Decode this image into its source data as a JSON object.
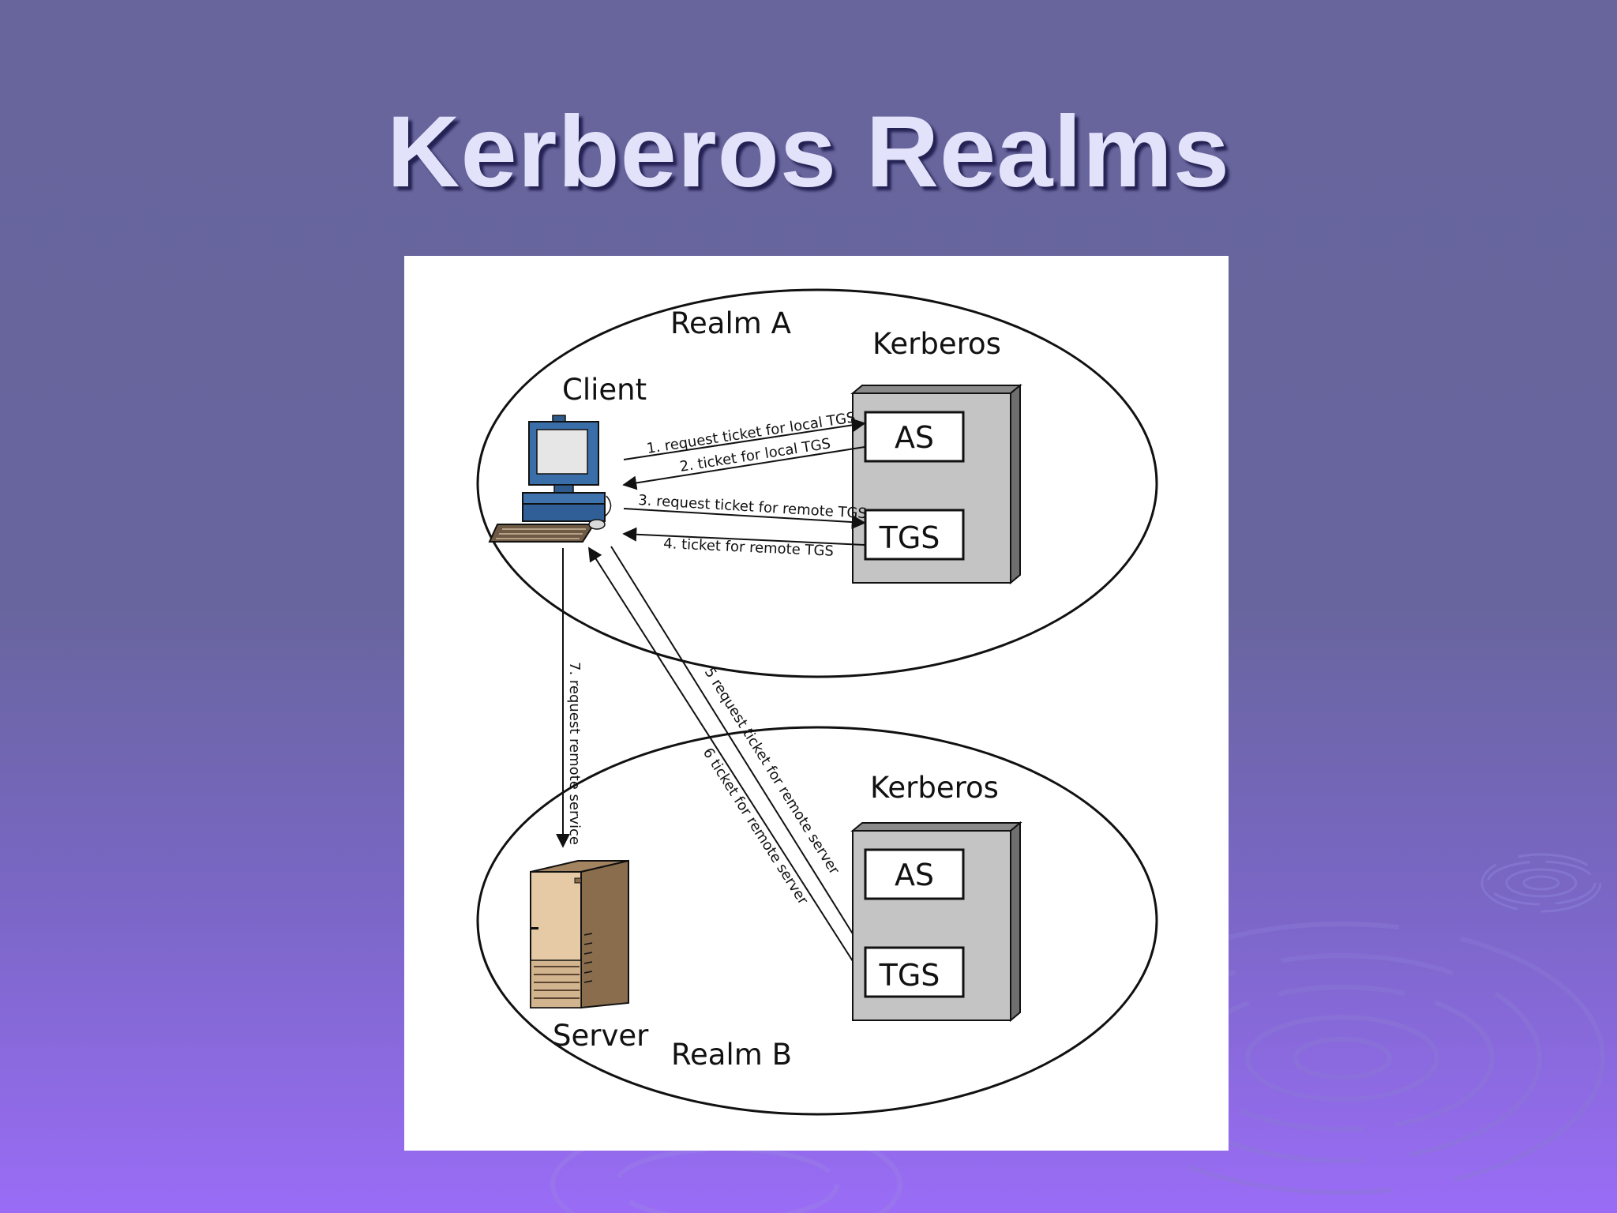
{
  "title": "Kerberos Realms",
  "diagram": {
    "realm_a": {
      "label": "Realm A",
      "kerberos_label": "Kerberos",
      "client_label": "Client",
      "as_label": "AS",
      "tgs_label": "TGS"
    },
    "realm_b": {
      "label": "Realm B",
      "kerberos_label": "Kerberos",
      "server_label": "Server",
      "as_label": "AS",
      "tgs_label": "TGS"
    },
    "messages": [
      "1. request ticket for local TGS",
      "2. ticket for local TGS",
      "3. request ticket for remote TGS",
      "4. ticket for remote TGS",
      "5 request ticket for remote server",
      "6 ticket for remote server",
      "7. request remote service"
    ]
  },
  "colors": {
    "background_top": "#67659c",
    "background_bottom": "#9a6cf6",
    "title": "#e3e2fb"
  }
}
